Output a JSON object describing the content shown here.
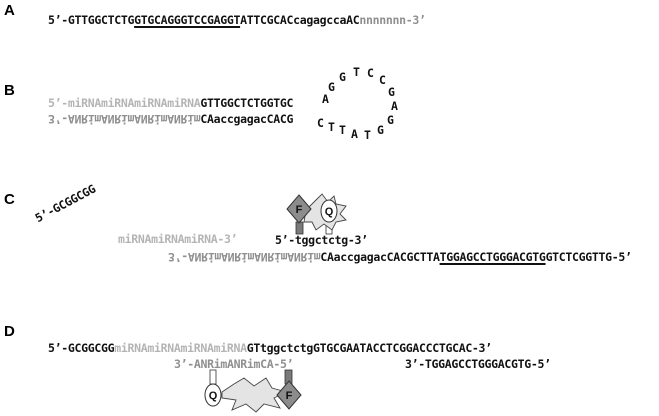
{
  "panels": {
    "a": {
      "label": "A",
      "p1": "5’-GTTGGCTCTG",
      "p2": "GTGCAGGGTCCGAGGT",
      "p3": "ATTCGCACcagagccaAC",
      "p4": "nnnnnnn-3’"
    },
    "b": {
      "label": "B",
      "top_grey": "5’-miRNAmiRNAmiRNAmiRNA",
      "top_black": "GTTGGCTCTGGTGC",
      "bot_grey": "3’-ANRimANRimANRimANRim",
      "bot_black": "CAaccgagacCACG",
      "loop": [
        "A",
        "G",
        "G",
        "T",
        "C",
        "C",
        "G",
        "A",
        "G",
        "G",
        "T",
        "A",
        "T",
        "T",
        "C"
      ]
    },
    "c": {
      "label": "C",
      "diag_black": "5’-GCGGCGG",
      "top_grey": "miRNAmiRNAmiRNA-3’",
      "probe": "5’-tggctctg-3’",
      "bot_grey": "3’-ANRimANRimANRimANRim",
      "bot_black1": "CAaccgagacCACGCTTA",
      "bot_ul": "TGGAGCCTGGGACGTG",
      "bot_black2": "GTCTCGGTTG-5’",
      "fluor": "F",
      "quencher": "Q"
    },
    "d": {
      "label": "D",
      "top_black1": "5’-GCGGCGG",
      "top_grey": "miRNAmiRNAmiRNAmiRNA",
      "top_black2": "GTtggctctgGTGCGAATACCTCGGACCCTGCAC-3’",
      "bot_grey": "3’-ANRimANRimCA-5’",
      "bot_black": "3’-TGGAGCCTGGGACGTG-5’",
      "fluor": "F",
      "quencher": "Q"
    }
  }
}
